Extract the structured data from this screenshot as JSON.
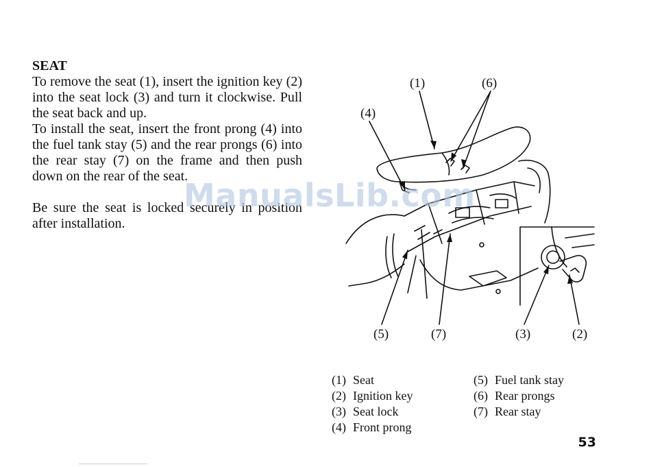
{
  "section": {
    "heading": "SEAT",
    "paragraph_1": "To remove the seat (1), insert the ignition key (2) into the seat lock (3) and turn it clockwise. Pull the seat back and up.",
    "paragraph_2": "To install the seat, insert the front prong (4) into the fuel tank stay (5) and the rear prongs (6) into the rear stay (7) on the frame and then push down on the rear of the seat.",
    "paragraph_3": "Be sure the seat is locked securely in position after installation."
  },
  "watermark": "ManualsLib.com",
  "diagram": {
    "callouts": {
      "c1": "(1)",
      "c6": "(6)",
      "c4": "(4)",
      "c5": "(5)",
      "c7": "(7)",
      "c3": "(3)",
      "c2": "(2)"
    }
  },
  "legend": {
    "left": [
      {
        "num": "(1)",
        "label": "Seat"
      },
      {
        "num": "(2)",
        "label": "Ignition key"
      },
      {
        "num": "(3)",
        "label": "Seat lock"
      },
      {
        "num": "(4)",
        "label": "Front prong"
      }
    ],
    "right": [
      {
        "num": "(5)",
        "label": "Fuel tank stay"
      },
      {
        "num": "(6)",
        "label": "Rear prongs"
      },
      {
        "num": "(7)",
        "label": "Rear stay"
      }
    ]
  },
  "page_number": "53"
}
